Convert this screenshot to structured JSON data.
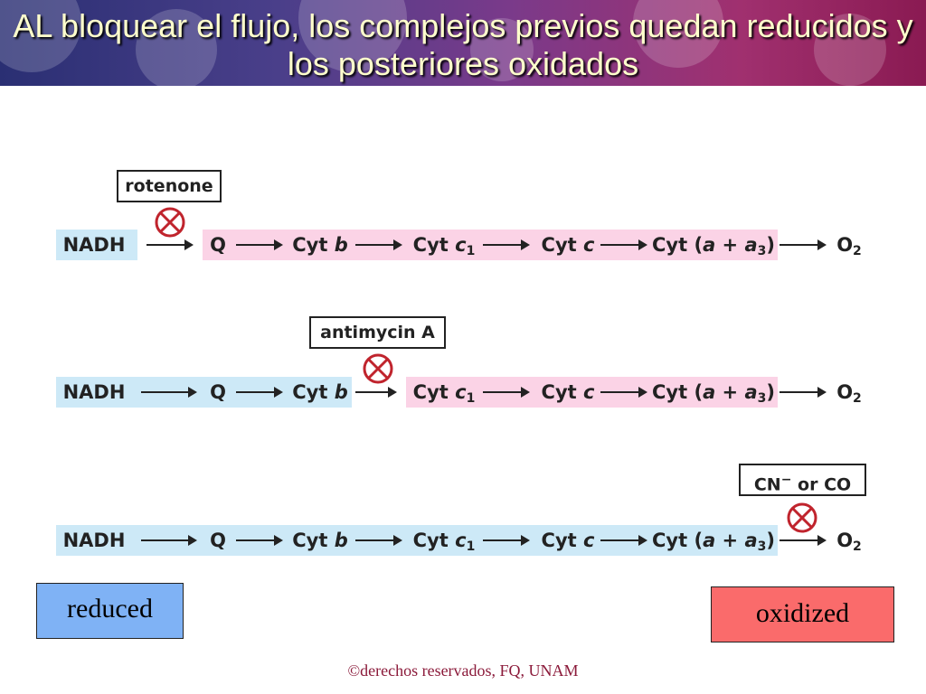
{
  "header": {
    "title": "AL bloquear el flujo, los complejos previos quedan reducidos y los posteriores oxidados"
  },
  "colors": {
    "reduced": "#cde9f7",
    "oxidized": "#fbd3e6",
    "legend_reduced": "#7fb2f5",
    "legend_oxidized": "#fa6b6b"
  },
  "chain": {
    "nadh": "NADH",
    "q": "Q",
    "cytb_prefix": "Cyt ",
    "cytb_var": "b",
    "cytc1_prefix": "Cyt ",
    "cytc1_var": "c",
    "cytc1_sub": "1",
    "cytc_prefix": "Cyt ",
    "cytc_var": "c",
    "cyta_prefix": "Cyt (",
    "cyta_var1": "a",
    "cyta_plus": " + ",
    "cyta_var2": "a",
    "cyta_sub": "3",
    "cyta_close": ")",
    "o2": "O",
    "o2_sub": "2"
  },
  "inhibitors": {
    "rotenone": "rotenone",
    "antimycin": "antimycin  A",
    "cyanide": "CN",
    "cyanide_charge": "−",
    "cyanide_rest": "  or CO"
  },
  "legend": {
    "reduced": "reduced",
    "oxidized": "oxidized"
  },
  "footer": {
    "text": "©derechos reservados, FQ, UNAM"
  }
}
